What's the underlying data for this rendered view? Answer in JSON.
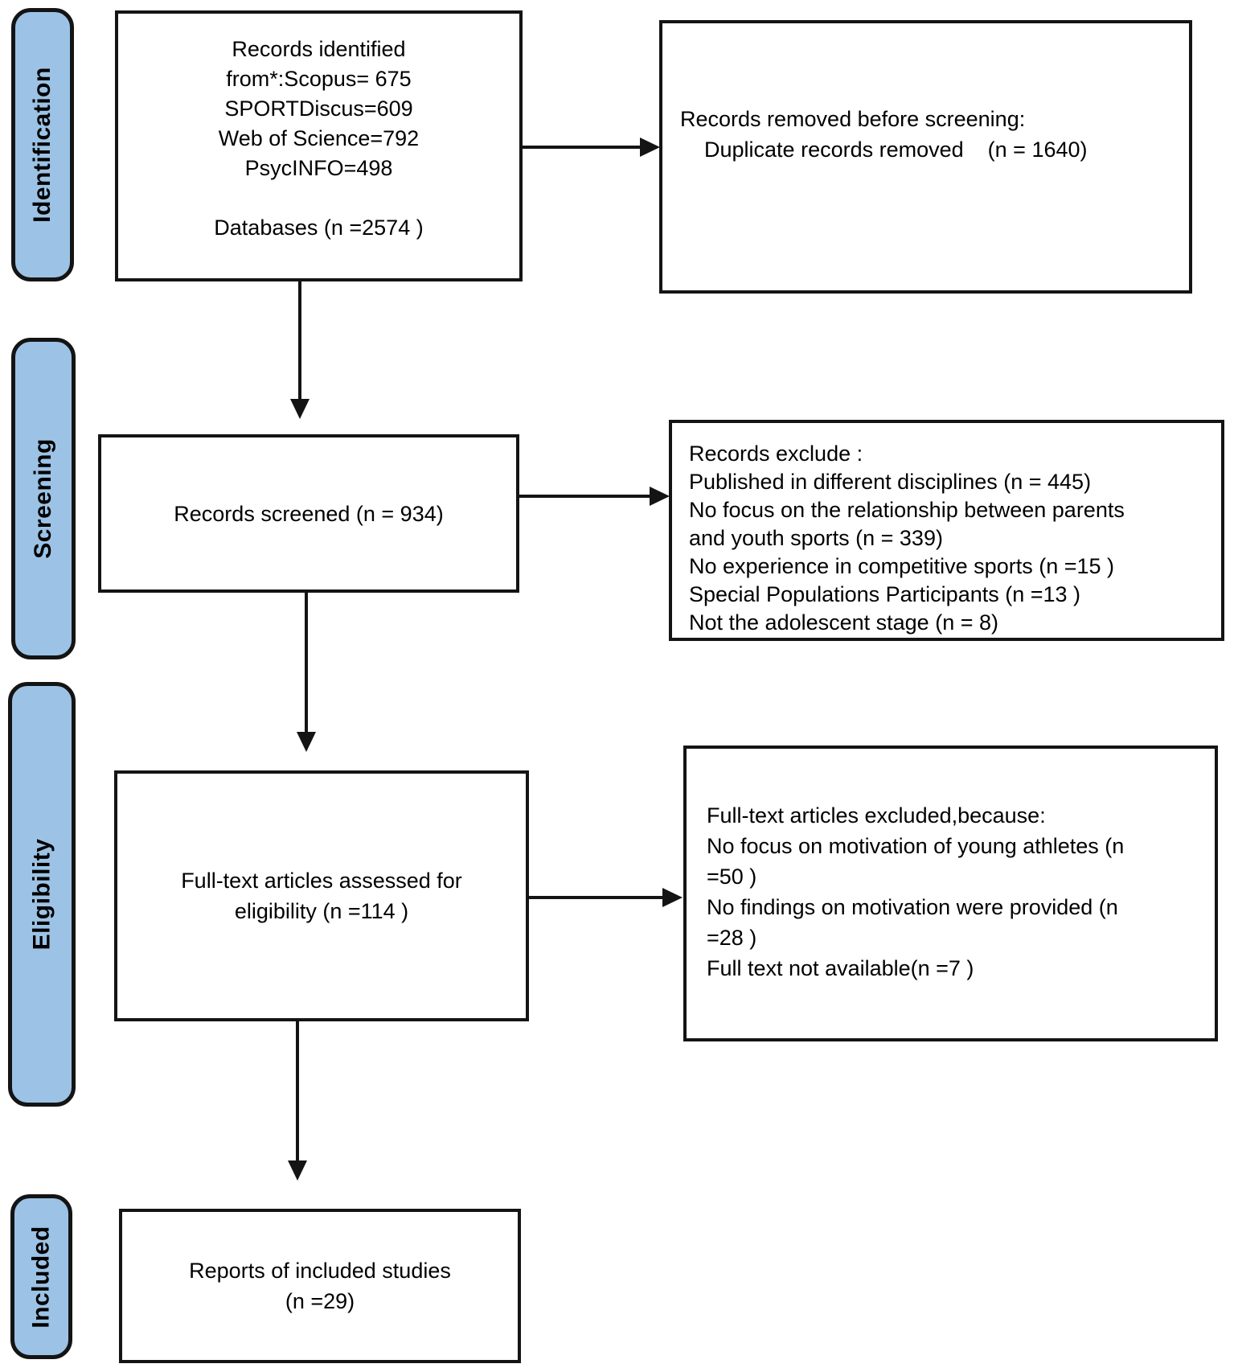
{
  "colors": {
    "stage_fill": "#9cc3e6",
    "stage_border": "#141414",
    "box_fill": "#ffffff",
    "box_border": "#141414",
    "arrow": "#141414",
    "text": "#000000"
  },
  "stages": [
    {
      "label": "Identification"
    },
    {
      "label": "Screening"
    },
    {
      "label": "Eligibility"
    },
    {
      "label": "Included"
    }
  ],
  "boxes": {
    "identified": {
      "lines": [
        "Records identified",
        "from*:Scopus= 675",
        "SPORTDiscus=609",
        "Web of Science=792",
        "PsycINFO=498",
        "",
        "Databases (n =2574 )"
      ]
    },
    "removed": {
      "lines": [
        "Records removed before screening:",
        "    Duplicate records removed    (n = 1640)"
      ]
    },
    "screened": {
      "lines": [
        "Records screened (n = 934)"
      ]
    },
    "screening_excluded": {
      "lines": [
        "Records exclude :",
        "Published in different disciplines (n = 445)",
        "No focus on the relationship between parents",
        "and youth sports (n = 339)",
        "No experience in competitive sports (n =15 )",
        "Special Populations Participants (n =13 )",
        "Not the adolescent stage (n = 8)"
      ]
    },
    "eligibility": {
      "lines": [
        "Full-text articles assessed for",
        "eligibility (n =114 )"
      ]
    },
    "eligibility_excluded": {
      "lines": [
        "Full-text articles excluded,because:",
        "No focus on motivation of young athletes (n",
        "=50 )",
        "No findings on motivation were provided (n",
        "=28 )",
        "Full text not available(n =7 )"
      ]
    },
    "included": {
      "lines": [
        "Reports of included studies",
        "(n =29)"
      ]
    }
  }
}
